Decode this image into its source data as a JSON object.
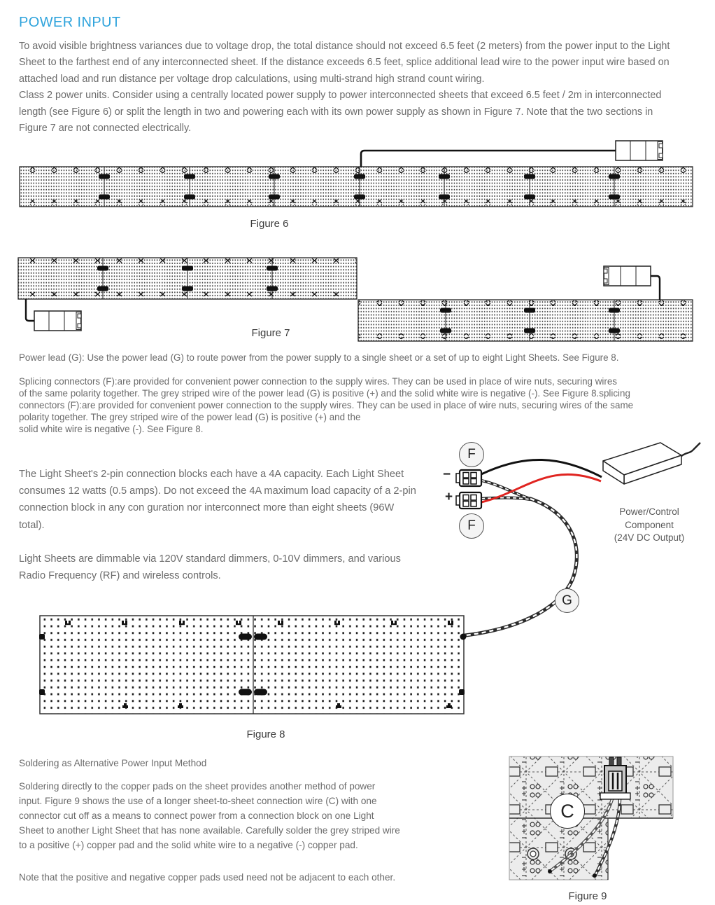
{
  "title": "POWER INPUT",
  "intro_lines": [
    "To avoid visible brightness variances due to voltage drop, the total distance should not exceed 6.5 feet (2 meters) from the power input to the Light",
    "Sheet to the farthest end of any interconnected sheet. If the distance exceeds 6.5 feet, splice additional lead wire to the power input wire based on",
    "attached load and run distance per voltage drop calculations, using multi-strand high strand count wiring.",
    "Class 2 power units. Consider using a centrally located power supply to power interconnected sheets that exceed 6.5 feet / 2m in interconnected",
    "length (see Figure 6) or split the length in two and powering each with its own power supply as shown in Figure 7. Note that the two sections in",
    "Figure 7 are not connected electrically."
  ],
  "power_lead_line": "Power lead (G):  Use the power lead (G) to route power from the power supply to a single sheet or a set of up to eight Light Sheets. See Figure 8.",
  "splicing_lines": [
    "Splicing connectors (F):are provided for convenient power connection to the supply wires. They can be used in place of wire nuts, securing wires",
    "of the same polarity together.  The grey striped wire of the power lead (G) is positive (+) and the solid white wire is negative (-). See Figure 8.splicing",
    "connectors (F):are provided for convenient power connection to the supply wires. They can be used in place of wire nuts, securing wires of the same",
    "polarity together.  The grey striped wire of the power lead (G) is positive (+) and the",
    "solid white wire is negative (-). See Figure 8."
  ],
  "capacity_lines": [
    "The Light Sheet's 2-pin connection blocks each have a 4A capacity. Each Light Sheet",
    "consumes 12 watts (0.5 amps). Do not exceed the 4A maximum load capacity of a 2-pin",
    "connection block in any con guration nor interconnect more than eight sheets (96W",
    "total)."
  ],
  "dimming_lines": [
    "Light Sheets are dimmable via 120V standard dimmers, 0-10V dimmers, and various",
    "Radio Frequency (RF) and wireless controls."
  ],
  "figures": {
    "fig6_label": "Figure 6",
    "fig7_label": "Figure 7",
    "fig8_label": "Figure 8",
    "fig9_label": "Figure 9"
  },
  "diagram": {
    "f_label": "F",
    "g_label": "G",
    "c_label": "C",
    "minus": "−",
    "plus": "+",
    "caption_lines": [
      "Power/Control",
      "Component",
      "(24V DC Output)"
    ]
  },
  "soldering": {
    "heading": "Soldering as Alternative Power Input Method",
    "body_lines": [
      "Soldering directly to the copper pads on the sheet provides another method of power",
      "input. Figure 9 shows the use of a longer sheet-to-sheet connection wire (C) with one",
      "connector cut off as a means to connect power from a connection block on one Light",
      "Sheet to another Light Sheet that has none available. Carefully solder the grey striped wire",
      "to a positive (+) copper pad and the solid white wire to a negative (-) copper pad."
    ],
    "note": "Note that the positive and negative copper pads used need not be adjacent to each other."
  },
  "colors": {
    "accent": "#2ea3dc",
    "body_text": "#6b6b6b",
    "wire_red": "#e02420",
    "line_dark": "#222222"
  }
}
